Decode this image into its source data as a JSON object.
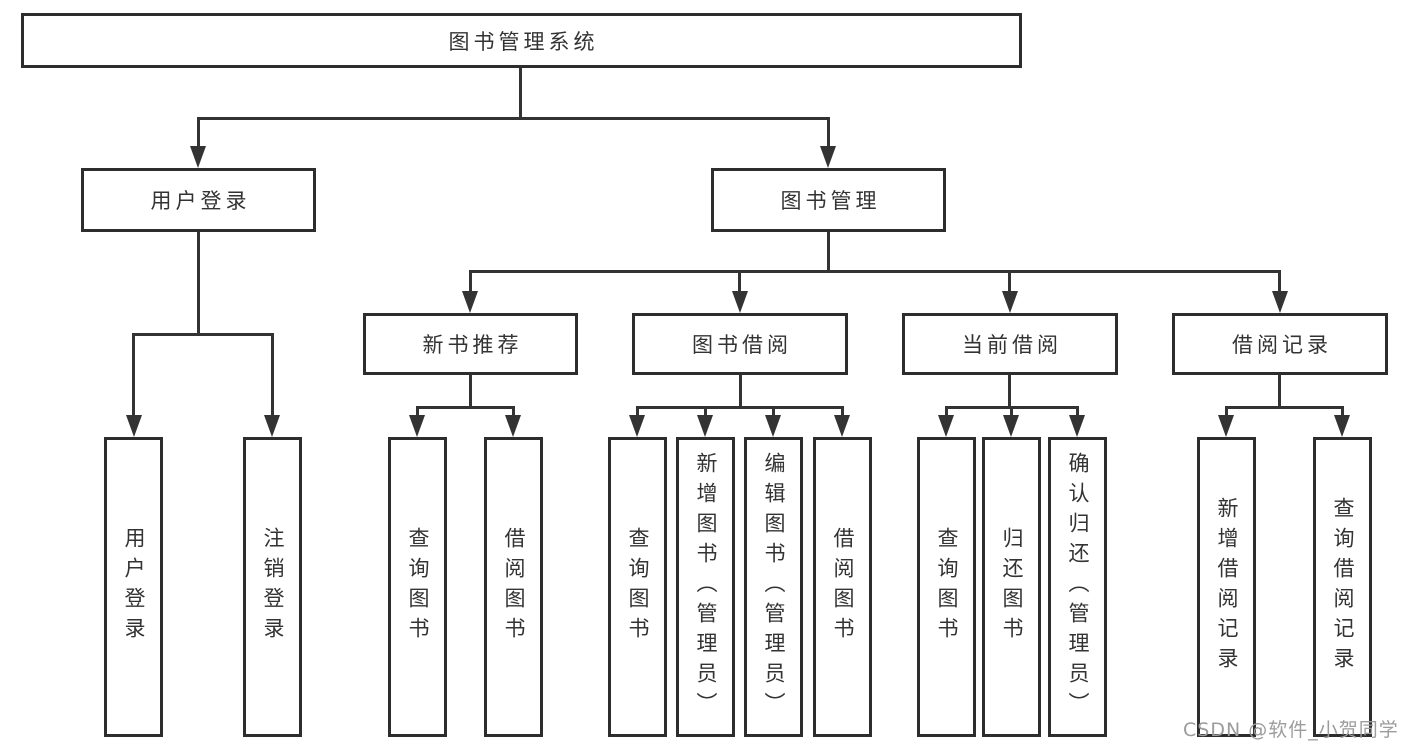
{
  "nodes": {
    "root": "图书管理系统",
    "user_login": "用户登录",
    "book_mgmt": "图书管理",
    "new_book_rec": "新书推荐",
    "book_borrow": "图书借阅",
    "current_borrow": "当前借阅",
    "borrow_records": "借阅记录",
    "ul_user_login": "用户登录",
    "ul_logout": "注销登录",
    "nbr_query_book": "查询图书",
    "nbr_borrow_book": "借阅图书",
    "bb_query_book": "查询图书",
    "bb_add_book": "新增图书（管理员）",
    "bb_edit_book": "编辑图书（管理员）",
    "bb_borrow_book": "借阅图书",
    "cb_query_book": "查询图书",
    "cb_return_book": "归还图书",
    "cb_confirm_return": "确认归还（管理员）",
    "br_add_record": "新增借阅记录",
    "br_query_record": "查询借阅记录"
  },
  "hierarchy": {
    "图书管理系统": {
      "用户登录": [
        "用户登录",
        "注销登录"
      ],
      "图书管理": {
        "新书推荐": [
          "查询图书",
          "借阅图书"
        ],
        "图书借阅": [
          "查询图书",
          "新增图书（管理员）",
          "编辑图书（管理员）",
          "借阅图书"
        ],
        "当前借阅": [
          "查询图书",
          "归还图书",
          "确认归还（管理员）"
        ],
        "借阅记录": [
          "新增借阅记录",
          "查询借阅记录"
        ]
      }
    }
  },
  "watermark": "CSDN @软件_小贺同学",
  "colors": {
    "line": "#333333",
    "border": "#2d2d2d",
    "text": "#333333",
    "background": "#ffffff",
    "watermark": "#9c9c9c"
  }
}
